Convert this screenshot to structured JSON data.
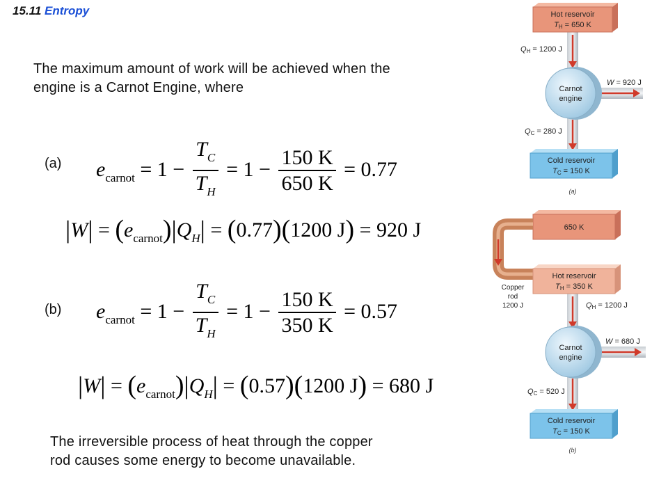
{
  "header": {
    "section_number": "15.11",
    "section_name": "Entropy"
  },
  "intro_text": [
    "The maximum amount of work will be achieved when the",
    "engine is a Carnot Engine, where"
  ],
  "part_a": {
    "label": "(a)",
    "efficiency": {
      "e": "e",
      "e_sub": "carnot",
      "eq1": "= 1 −",
      "tc": "T",
      "tc_sub": "C",
      "th": "T",
      "th_sub": "H",
      "eq2": "= 1 −",
      "num": "150 K",
      "den": "650 K",
      "result": "= 0.77"
    },
    "work": {
      "w": "W",
      "eq": "=",
      "e": "e",
      "e_sub": "carnot",
      "q": "Q",
      "q_sub": "H",
      "eq2": "=",
      "val1": "0.77",
      "val2": "1200 J",
      "result": "= 920 J"
    }
  },
  "part_b": {
    "label": "(b)",
    "efficiency": {
      "e": "e",
      "e_sub": "carnot",
      "eq1": "= 1 −",
      "tc": "T",
      "tc_sub": "C",
      "th": "T",
      "th_sub": "H",
      "eq2": "= 1 −",
      "num": "150 K",
      "den": "350 K",
      "result": "= 0.57"
    },
    "work": {
      "w": "W",
      "eq": "=",
      "e": "e",
      "e_sub": "carnot",
      "q": "Q",
      "q_sub": "H",
      "eq2": "=",
      "val1": "0.57",
      "val2": "1200 J",
      "result": "= 680 J"
    }
  },
  "conclusion_text": [
    "The irreversible process of heat through the copper",
    "rod causes some energy to become unavailable."
  ],
  "figure_a": {
    "hot_title": "Hot reservoir",
    "hot_temp": "= 650 K",
    "qh_label": "= 1200 J",
    "engine_line1": "Carnot",
    "engine_line2": "engine",
    "work_label": "= 920 J",
    "qc_label": "= 280 J",
    "cold_title": "Cold reservoir",
    "cold_temp": "= 150 K",
    "caption": "(a)",
    "T": "T",
    "H": "H",
    "C": "C",
    "Q": "Q",
    "W": "W"
  },
  "figure_b": {
    "top_temp": "650 K",
    "hot_title": "Hot reservoir",
    "hot_temp": "= 350 K",
    "rod_line1": "Copper",
    "rod_line2": "rod",
    "rod_line3": "1200 J",
    "qh_label": "= 1200 J",
    "engine_line1": "Carnot",
    "engine_line2": "engine",
    "work_label": "= 680 J",
    "qc_label": "= 520 J",
    "cold_title": "Cold reservoir",
    "cold_temp": "= 150 K",
    "caption": "(b)",
    "T": "T",
    "H": "H",
    "C": "C",
    "Q": "Q",
    "W": "W"
  },
  "colors": {
    "title_accent": "#1a4fd6",
    "hot_box": "#e8957a",
    "cold_box": "#7cc3ea",
    "arrow": "#d03a2a",
    "engine": "#b8d9ee",
    "rod": "#c8825a"
  }
}
